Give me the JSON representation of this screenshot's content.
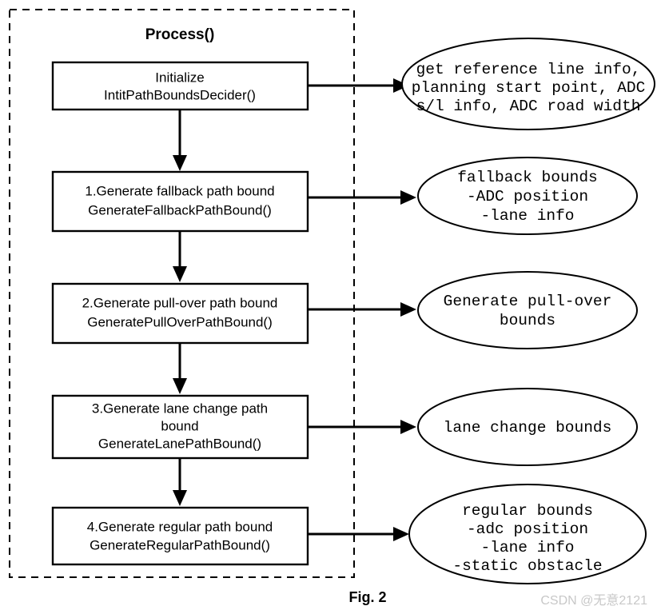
{
  "figure": {
    "caption": "Fig. 2",
    "watermark": "CSDN @无意2121",
    "group_title": "Process()"
  },
  "diagram": {
    "type": "flowchart",
    "steps": [
      {
        "id": "initialize",
        "lines": [
          "Initialize",
          "IntitPathBoundsDecider()"
        ],
        "output": {
          "id": "initialize-output",
          "lines": [
            "get reference line info,",
            "planning start point, ADC",
            "s/l info, ADC road width"
          ]
        }
      },
      {
        "id": "fallback-path-bound",
        "lines": [
          "1.Generate fallback path bound",
          "GenerateFallbackPathBound()"
        ],
        "output": {
          "id": "fallback-output",
          "lines": [
            "fallback bounds",
            "-ADC position",
            "-lane info"
          ]
        }
      },
      {
        "id": "pull-over-path-bound",
        "lines": [
          "2.Generate pull-over path bound",
          "GeneratePullOverPathBound()"
        ],
        "output": {
          "id": "pull-over-output",
          "lines": [
            "Generate pull-over",
            "bounds"
          ]
        }
      },
      {
        "id": "lane-change-path-bound",
        "lines": [
          "3.Generate lane change path",
          "bound",
          "GenerateLanePathBound()"
        ],
        "output": {
          "id": "lane-change-output",
          "lines": [
            "lane change bounds"
          ]
        }
      },
      {
        "id": "regular-path-bound",
        "lines": [
          "4.Generate regular path bound",
          "GenerateRegularPathBound()"
        ],
        "output": {
          "id": "regular-output",
          "lines": [
            "regular bounds",
            "-adc position",
            "-lane info",
            "-static obstacle"
          ]
        }
      }
    ]
  },
  "colors": {
    "stroke": "#000000",
    "fill": "#ffffff",
    "watermark": "#c8c8c8"
  }
}
